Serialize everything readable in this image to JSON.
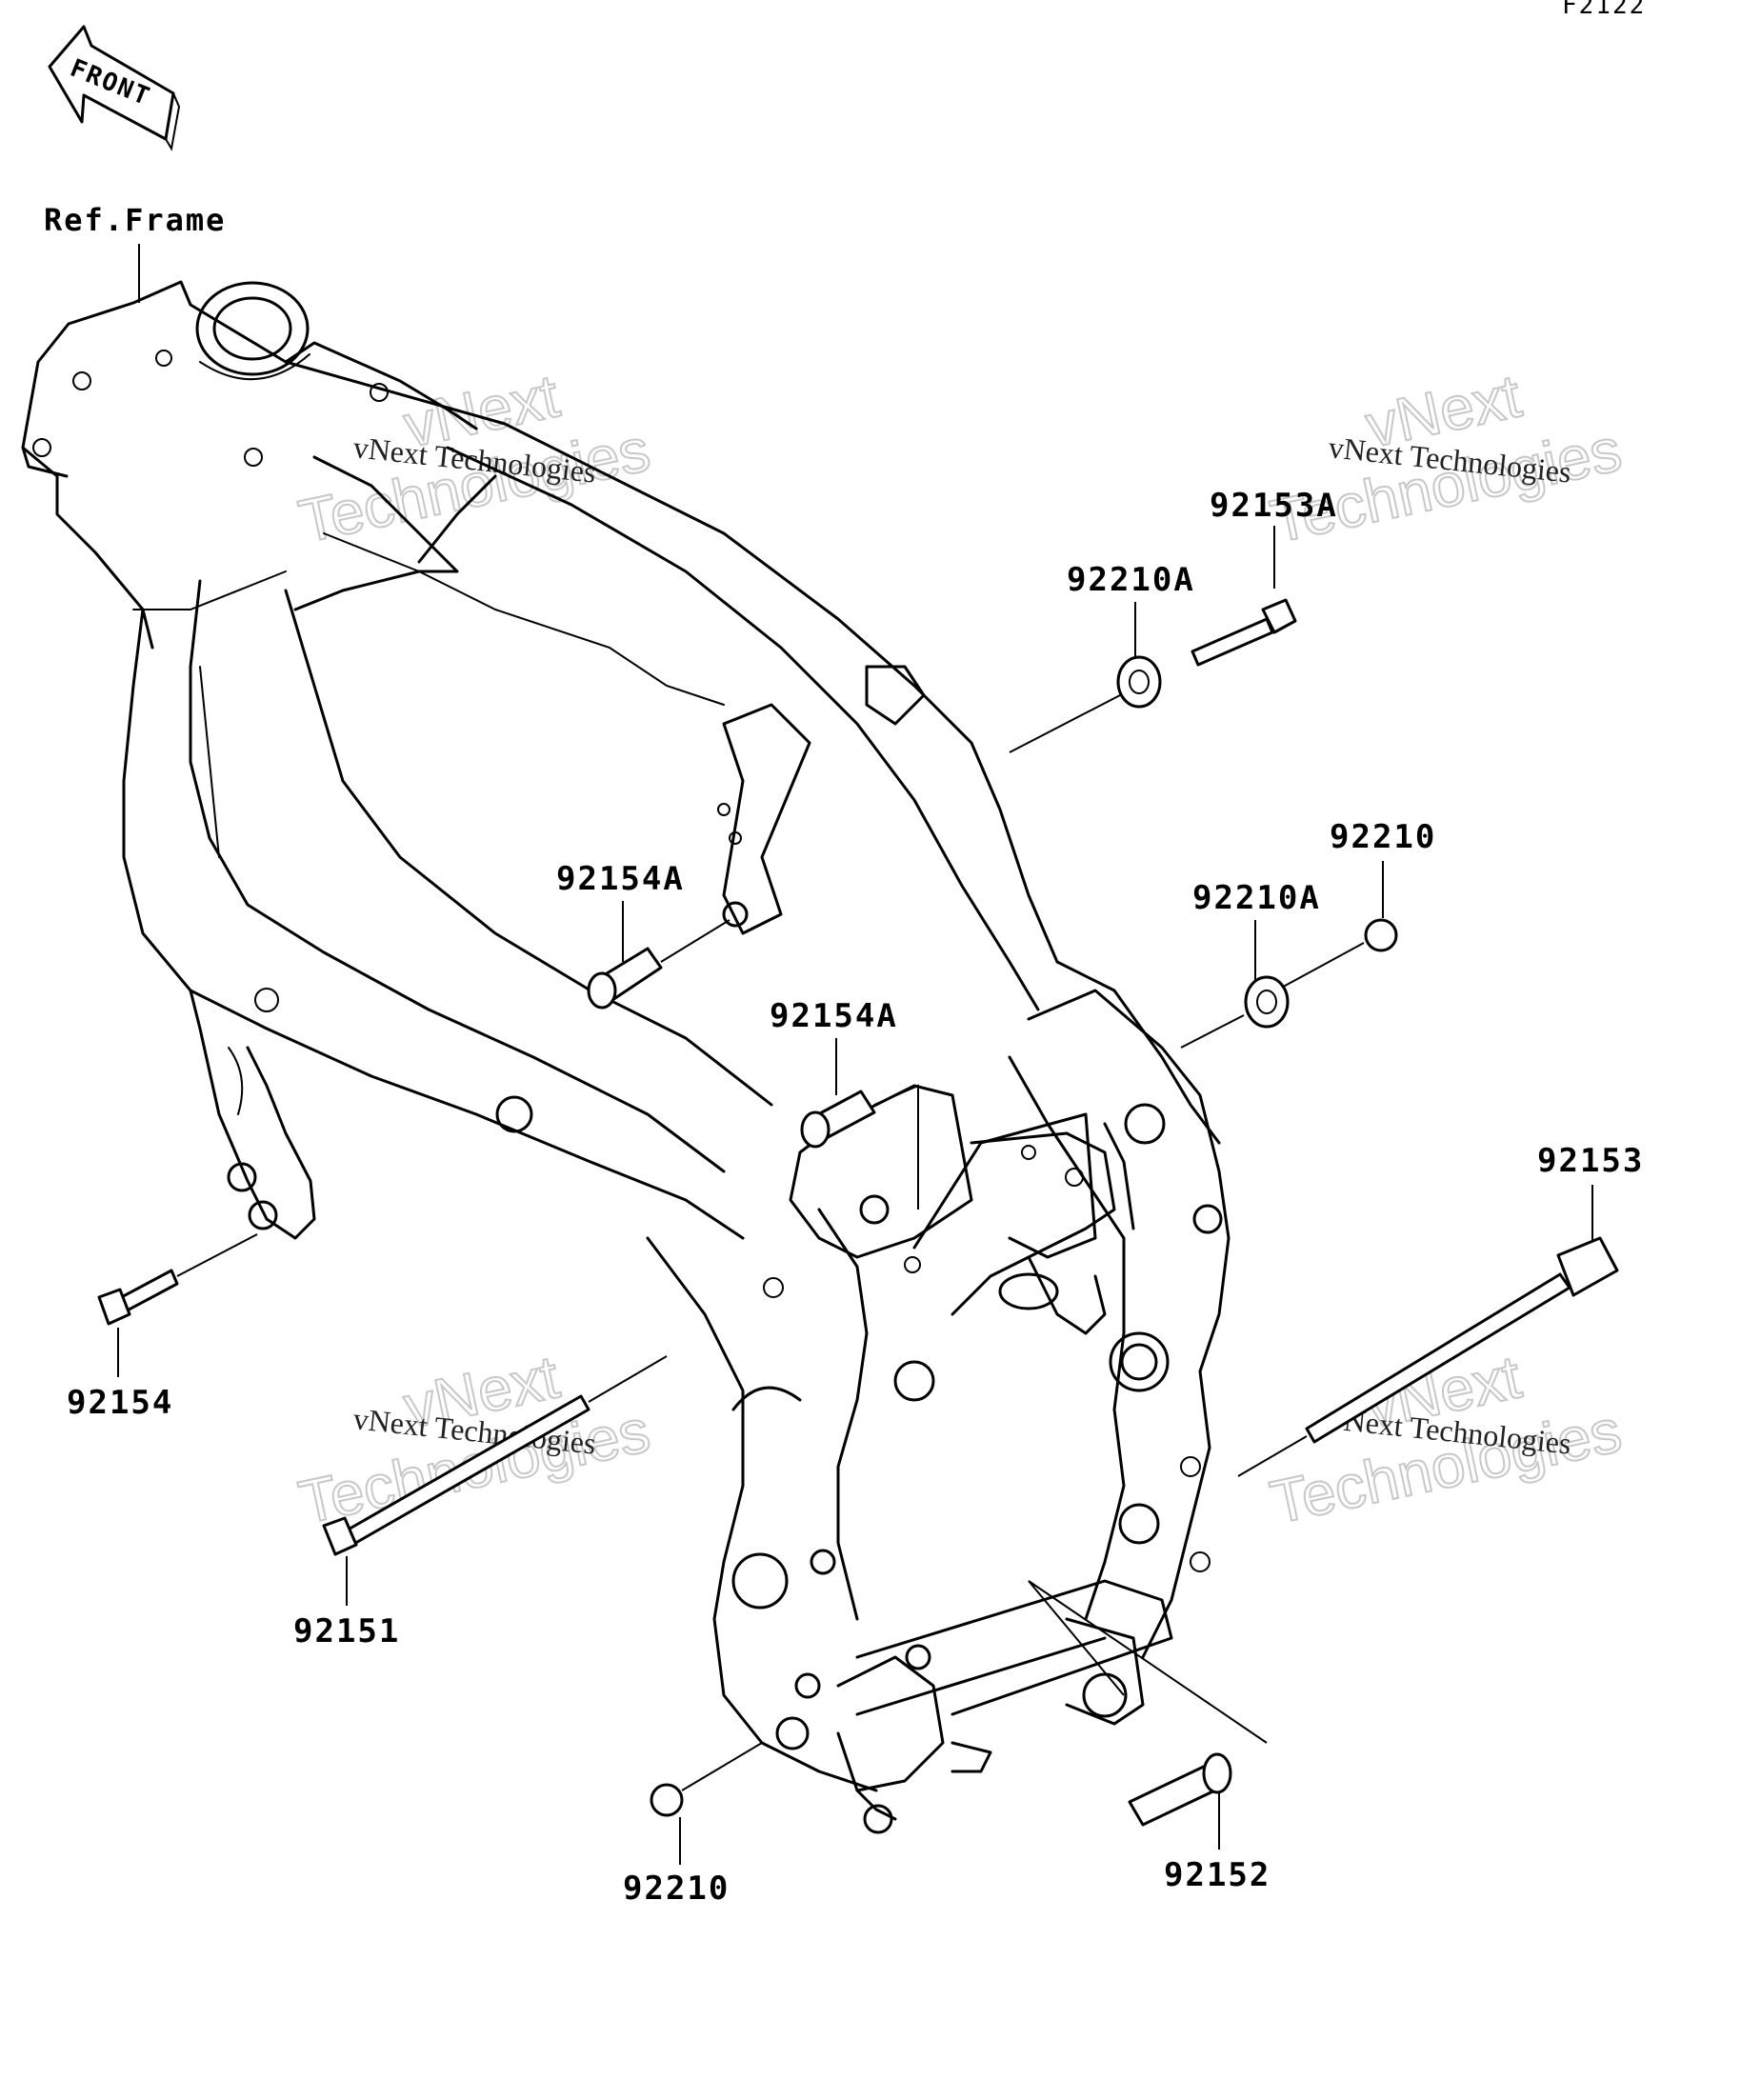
{
  "diagram": {
    "code": "F2122",
    "front_arrow": "FRONT",
    "ref_label": "Ref.Frame",
    "watermark": {
      "line1": "vNext",
      "line2": "Technologies",
      "small": "vNext Technologies"
    },
    "parts": [
      {
        "id": "p92153A",
        "label": "92153A"
      },
      {
        "id": "p92210A_1",
        "label": "92210A"
      },
      {
        "id": "p92154A_1",
        "label": "92154A"
      },
      {
        "id": "p92210",
        "label": "92210"
      },
      {
        "id": "p92210A_2",
        "label": "92210A"
      },
      {
        "id": "p92154A_2",
        "label": "92154A"
      },
      {
        "id": "p92153",
        "label": "92153"
      },
      {
        "id": "p92154",
        "label": "92154"
      },
      {
        "id": "p92151",
        "label": "92151"
      },
      {
        "id": "p92210_2",
        "label": "92210"
      },
      {
        "id": "p92152",
        "label": "92152"
      }
    ]
  }
}
